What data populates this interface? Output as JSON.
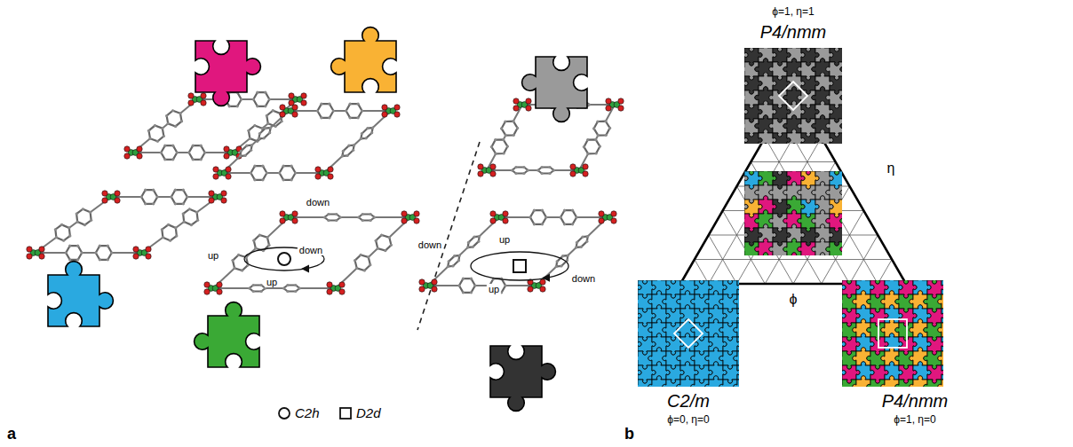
{
  "diagram": {
    "labels": [
      "ϕ=1, η=1",
      "P4/nmm",
      "η",
      "down",
      "down",
      "up",
      "up",
      "up",
      "down",
      "up",
      "down",
      "ϕ",
      "C2/m",
      "ϕ=0, η=0",
      "P4/nmm",
      "ϕ=1, η=0",
      "a",
      "b"
    ],
    "legend": [
      {
        "text": "C2h"
      },
      {
        "text": "D2d"
      }
    ]
  }
}
